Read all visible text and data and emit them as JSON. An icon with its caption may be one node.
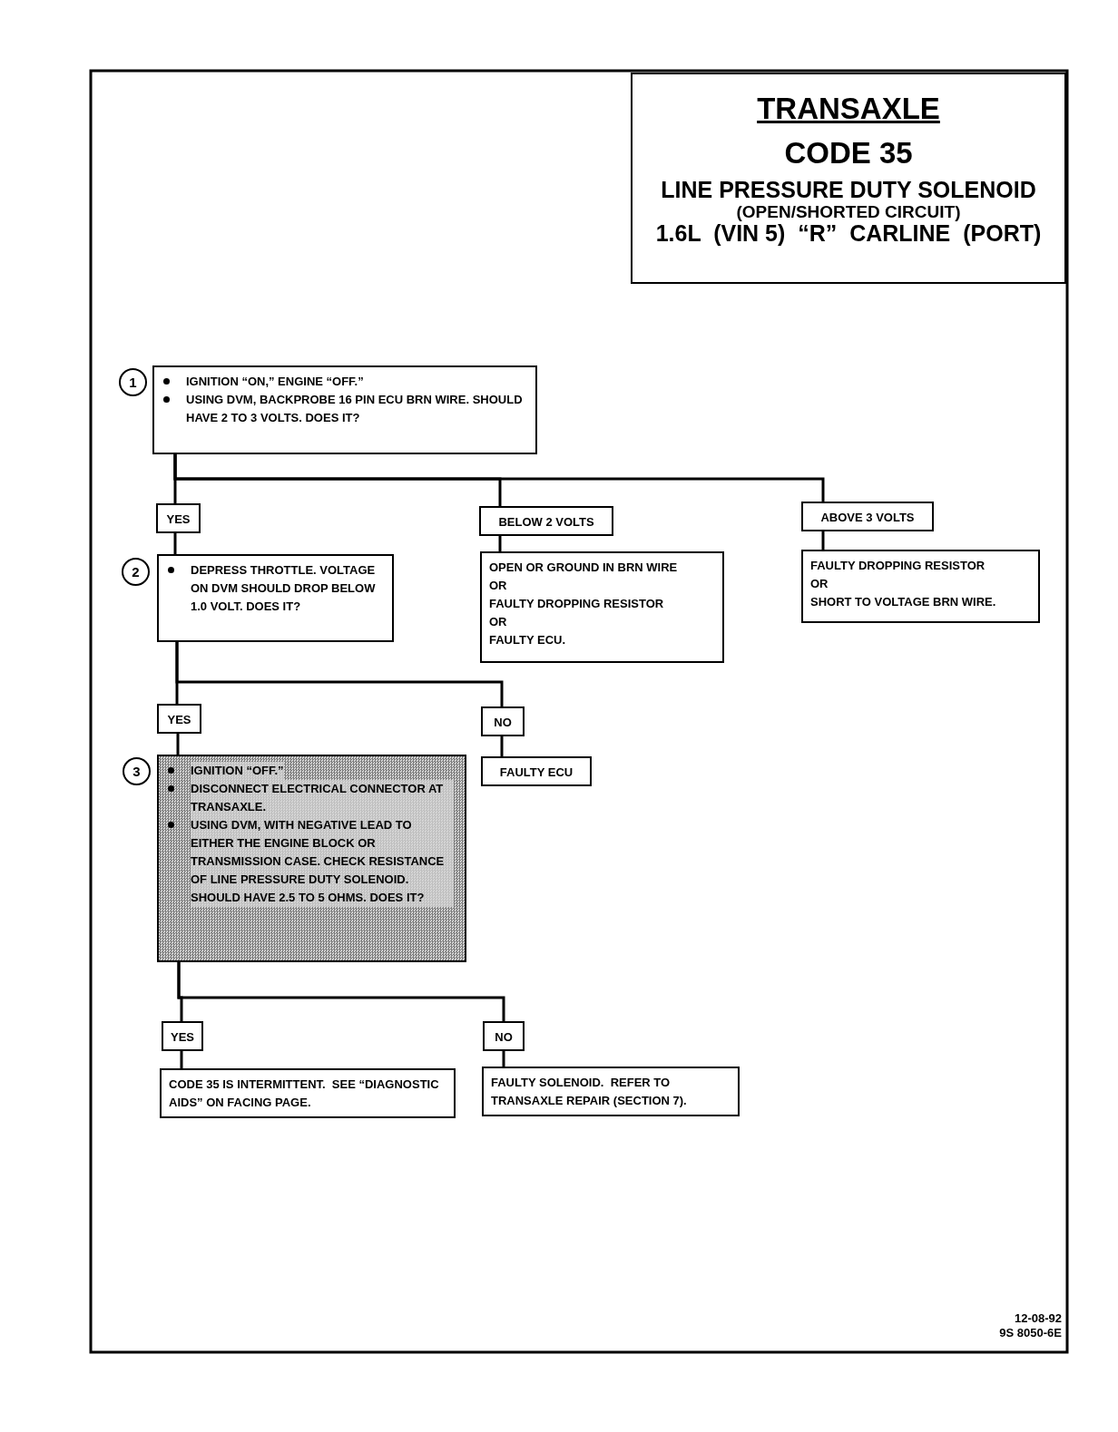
{
  "diagram": {
    "nodes": [
      {
        "text": [
          "TRANSAXLE",
          "CODE 35",
          "LINE PRESSURE DUTY SOLENOID",
          "(OPEN/SHORTED CIRCUIT)",
          "1.6L  (VIN 5)  “R”  CARLINE  (PORT)"
        ]
      },
      {
        "text": [
          "IGNITION “ON,” ENGINE “OFF.”",
          "USING DVM, BACKPROBE 16 PIN ECU BRN WIRE. SHOULD HAVE 2 TO 3 VOLTS. DOES IT?"
        ],
        "beside": [
          "1"
        ]
      },
      {
        "text": [
          "YES"
        ]
      },
      {
        "text": [
          "BELOW 2 VOLTS"
        ]
      },
      {
        "text": [
          "ABOVE 3 VOLTS"
        ]
      },
      {
        "text": [
          "DEPRESS THROTTLE. VOLTAGE ON DVM SHOULD DROP BELOW 1.0 VOLT. DOES IT?"
        ],
        "beside": [
          "2"
        ]
      },
      {
        "text": [
          "OPEN OR GROUND IN BRN WIRE",
          "OR",
          "FAULTY DROPPING RESISTOR",
          "OR",
          "FAULTY ECU."
        ]
      },
      {
        "text": [
          "FAULTY DROPPING RESISTOR",
          "OR",
          "SHORT TO VOLTAGE BRN WIRE."
        ]
      },
      {
        "text": [
          "YES"
        ]
      },
      {
        "text": [
          "NO"
        ]
      },
      {
        "text": [
          "IGNITION “OFF.”",
          "DISCONNECT ELECTRICAL CONNECTOR AT TRANSAXLE.",
          "USING DVM, WITH NEGATIVE LEAD TO EITHER THE ENGINE BLOCK OR TRANSMISSION CASE. CHECK RESISTANCE OF LINE PRESSURE DUTY SOLENOID. SHOULD HAVE 2.5 TO 5 OHMS. DOES IT?"
        ],
        "beside": [
          "3"
        ]
      },
      {
        "text": [
          "FAULTY ECU"
        ]
      },
      {
        "text": [
          "YES"
        ]
      },
      {
        "text": [
          "NO"
        ]
      },
      {
        "text": [
          "CODE 35 IS INTERMITTENT.  SEE “DIAGNOSTIC AIDS” ON FACING PAGE."
        ]
      },
      {
        "text": [
          "FAULTY SOLENOID.  REFER TO TRANSAXLE REPAIR (SECTION 7)."
        ]
      }
    ],
    "edges": [
      {
        "from": 1,
        "to": 2,
        "arrow": "none"
      },
      {
        "from": 1,
        "to": 3,
        "arrow": "none"
      },
      {
        "from": 1,
        "to": 4,
        "arrow": "none"
      },
      {
        "from": 2,
        "to": 5,
        "arrow": "none"
      },
      {
        "from": 3,
        "to": 6,
        "arrow": "none"
      },
      {
        "from": 4,
        "to": 7,
        "arrow": "none"
      },
      {
        "from": 5,
        "to": 8,
        "arrow": "none"
      },
      {
        "from": 5,
        "to": 9,
        "arrow": "none"
      },
      {
        "from": 8,
        "to": 10,
        "arrow": "none"
      },
      {
        "from": 9,
        "to": 11,
        "arrow": "none"
      },
      {
        "from": 10,
        "to": 12,
        "arrow": "none"
      },
      {
        "from": 10,
        "to": 13,
        "arrow": "none"
      },
      {
        "from": 12,
        "to": 14,
        "arrow": "none"
      },
      {
        "from": 13,
        "to": 15,
        "arrow": "none"
      }
    ],
    "labels": [
      "12-08-92",
      "9S 8050-6E"
    ]
  }
}
